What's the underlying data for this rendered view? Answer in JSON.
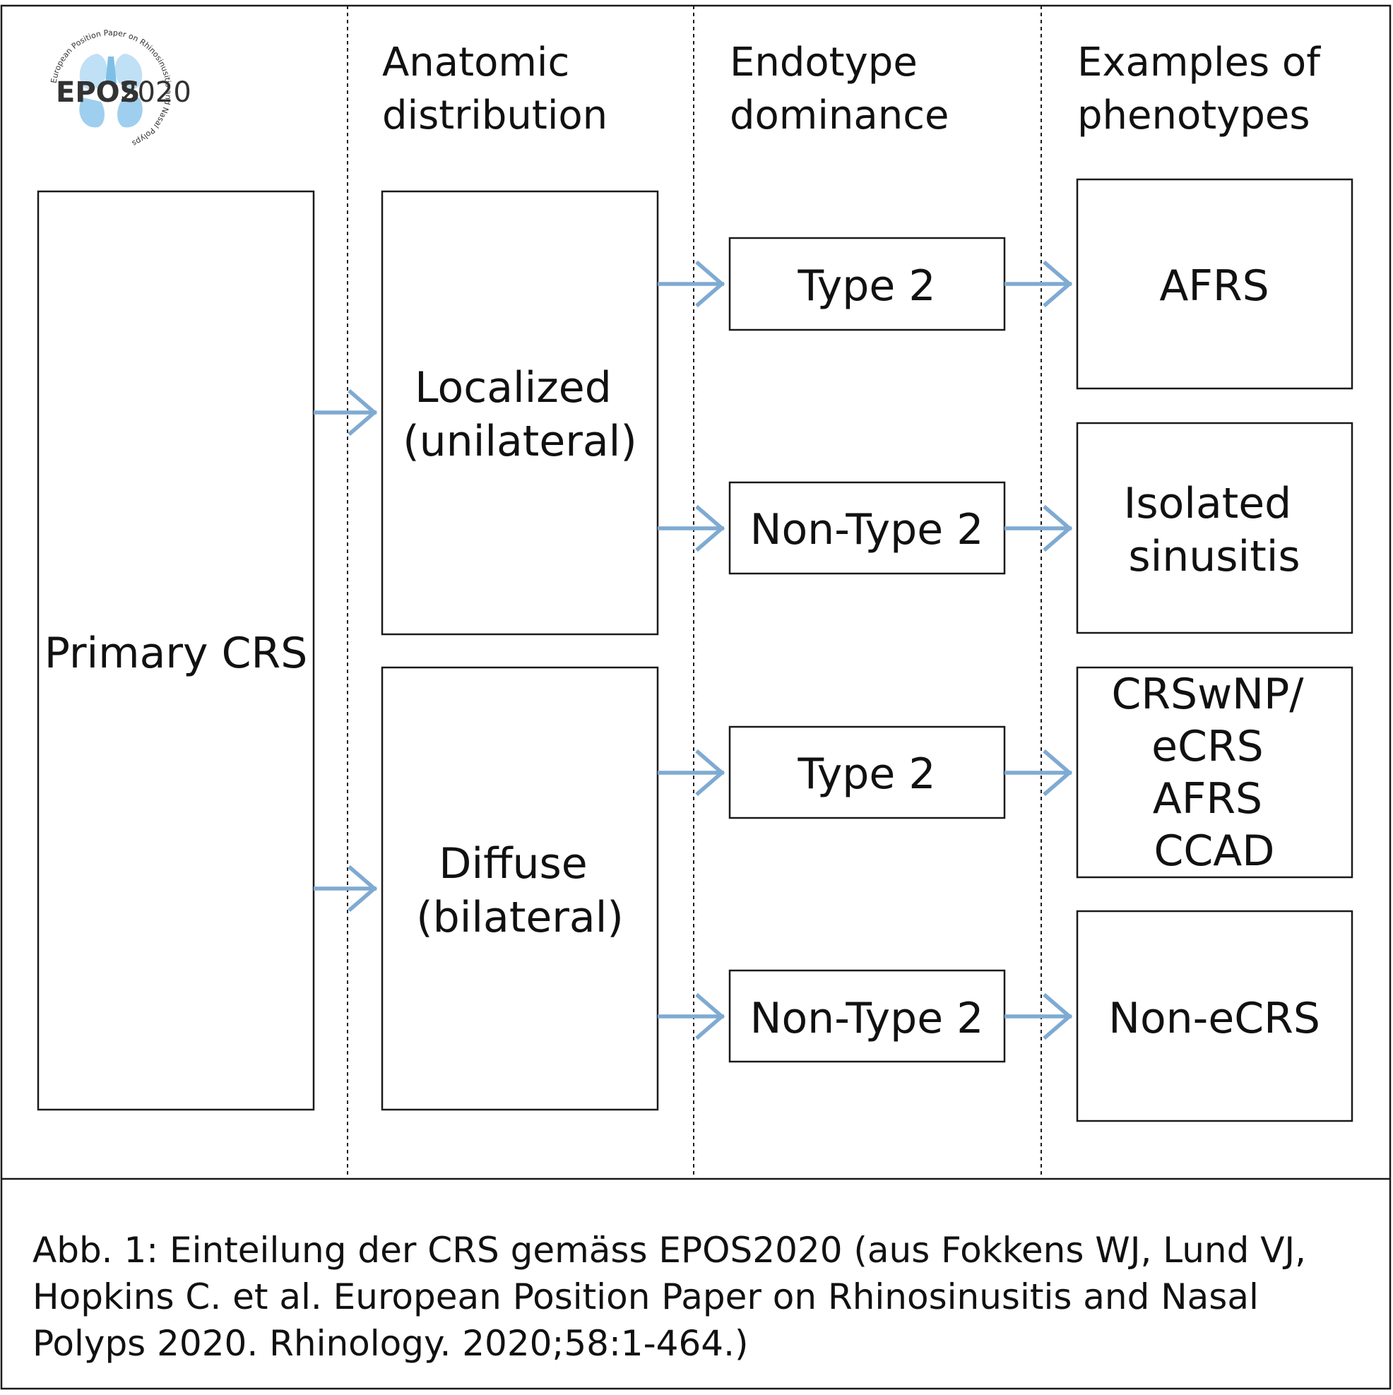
{
  "logo": {
    "name": "EPOS",
    "year": "2020",
    "ring_text": "European Position Paper on Rhinosinusitis and Nasal Polyps"
  },
  "headers": {
    "anatomic": [
      "Anatomic",
      "distribution"
    ],
    "endotype": [
      "Endotype",
      "dominance"
    ],
    "phenotypes": [
      "Examples of",
      "phenotypes"
    ]
  },
  "nodes": {
    "primary": [
      "Primary CRS"
    ],
    "localized": [
      "Localized",
      "(unilateral)"
    ],
    "diffuse": [
      "Diffuse",
      "(bilateral)"
    ],
    "type2_a": [
      "Type 2"
    ],
    "nontype2_a": [
      "Non-Type 2"
    ],
    "type2_b": [
      "Type 2"
    ],
    "nontype2_b": [
      "Non-Type 2"
    ],
    "pheno_afrs": [
      "AFRS"
    ],
    "pheno_isolated": [
      "Isolated",
      "sinusitis"
    ],
    "pheno_crswnp": [
      "CRSwNP/",
      "eCRS",
      "AFRS",
      "CCAD"
    ],
    "pheno_non_ecrs": [
      "Non-eCRS"
    ]
  },
  "caption": [
    "Abb. 1: Einteilung der CRS gemäss EPOS2020 (aus Fokkens WJ, Lund VJ,",
    "Hopkins C. et al. European Position Paper on Rhinosinusitis and Nasal",
    "Polyps 2020. Rhinology. 2020;58:1-464.)"
  ],
  "colors": {
    "arrow": "#7faad2",
    "logo_light": "#bfe0f5",
    "logo_mid": "#7fbfe6",
    "logo_text": "#333333"
  }
}
